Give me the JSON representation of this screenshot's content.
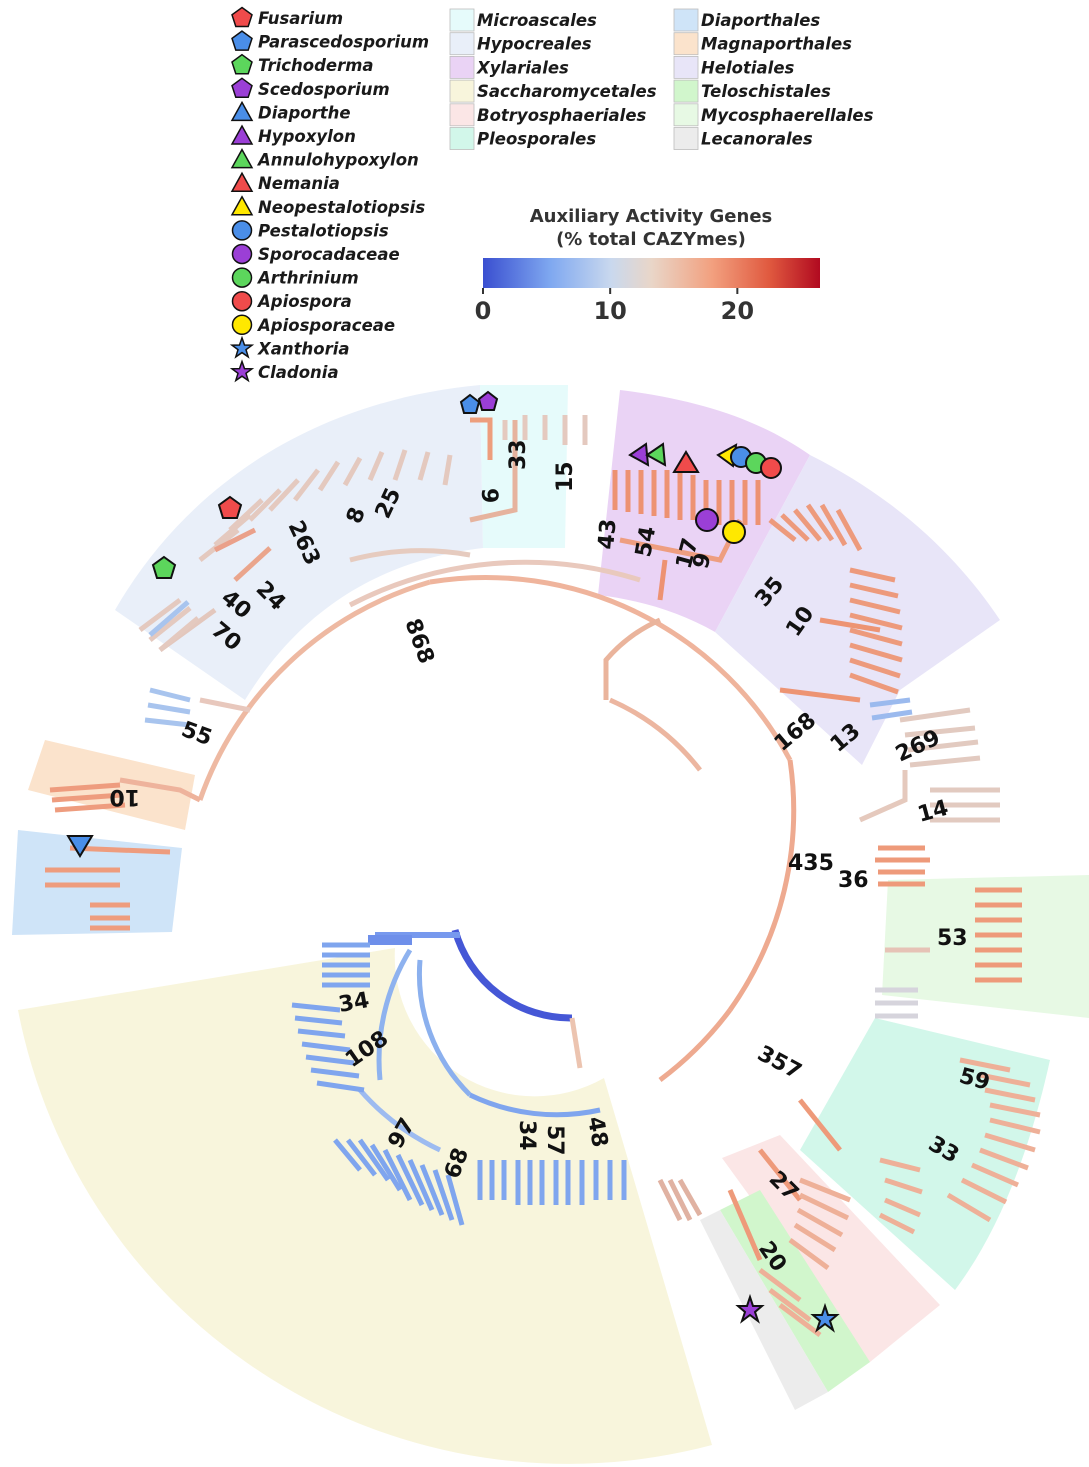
{
  "figure": {
    "genus_legend": [
      {
        "label": "Fusarium",
        "shape": "pentagon",
        "color": "#f04b4b"
      },
      {
        "label": "Parascedosporium",
        "shape": "pentagon",
        "color": "#4a8ee8"
      },
      {
        "label": "Trichoderma",
        "shape": "pentagon",
        "color": "#5cd65c"
      },
      {
        "label": "Scedosporium",
        "shape": "pentagon",
        "color": "#9b3fd6"
      },
      {
        "label": "Diaporthe",
        "shape": "triangle",
        "color": "#4a8ee8"
      },
      {
        "label": "Hypoxylon",
        "shape": "triangle",
        "color": "#9b3fd6"
      },
      {
        "label": "Annulohypoxylon",
        "shape": "triangle",
        "color": "#5cd65c"
      },
      {
        "label": "Nemania",
        "shape": "triangle",
        "color": "#f04b4b"
      },
      {
        "label": "Neopestalotiopsis",
        "shape": "triangle",
        "color": "#ffe800"
      },
      {
        "label": "Pestalotiopsis",
        "shape": "circle",
        "color": "#4a8ee8"
      },
      {
        "label": "Sporocadaceae",
        "shape": "circle",
        "color": "#9b3fd6"
      },
      {
        "label": "Arthrinium",
        "shape": "circle",
        "color": "#5cd65c"
      },
      {
        "label": "Apiospora",
        "shape": "circle",
        "color": "#f04b4b"
      },
      {
        "label": "Apiosporaceae",
        "shape": "circle",
        "color": "#ffe800"
      },
      {
        "label": "Xanthoria",
        "shape": "star",
        "color": "#4a8ee8"
      },
      {
        "label": "Cladonia",
        "shape": "star",
        "color": "#9b3fd6"
      }
    ],
    "order_legend": [
      {
        "label": "Microascales",
        "color": "#e6fbfb"
      },
      {
        "label": "Hypocreales",
        "color": "#e9eff9"
      },
      {
        "label": "Xylariales",
        "color": "#ead3f5"
      },
      {
        "label": "Saccharomycetales",
        "color": "#f8f5dc"
      },
      {
        "label": "Botryosphaeriales",
        "color": "#fbe6e6"
      },
      {
        "label": "Pleosporales",
        "color": "#d2f7ea"
      },
      {
        "label": "Diaporthales",
        "color": "#cfe4f8"
      },
      {
        "label": "Magnaporthales",
        "color": "#fbe3cc"
      },
      {
        "label": "Helotiales",
        "color": "#e8e5f8"
      },
      {
        "label": "Teloschistales",
        "color": "#d1f6cc"
      },
      {
        "label": "Mycosphaerellales",
        "color": "#e7f9e4"
      },
      {
        "label": "Lecanorales",
        "color": "#ececec"
      }
    ],
    "colorbar": {
      "title_line1": "Auxiliary Activity Genes",
      "title_line2": "(% total CAZYmes)",
      "ticks": [
        "0",
        "10",
        "20"
      ],
      "range": [
        0,
        26.5
      ],
      "colors": [
        "#3a4fd0",
        "#7fa8f0",
        "#c9d8ee",
        "#e9d6c8",
        "#f2a07f",
        "#e0593f",
        "#b10a20"
      ]
    },
    "node_labels": {
      "n868": "868",
      "n435": "435",
      "n357": "357",
      "n269": "269",
      "n168": "168",
      "n263": "263",
      "n108": "108",
      "n97": "97",
      "n70": "70",
      "n68": "68",
      "n59": "59",
      "n57": "57",
      "n55": "55",
      "n54": "54",
      "n53": "53",
      "n48": "48",
      "n43": "43",
      "n40": "40",
      "n36": "36",
      "n35": "35",
      "n34a": "34",
      "n34b": "34",
      "n33a": "33",
      "n33b": "33",
      "n27": "27",
      "n25": "25",
      "n24": "24",
      "n20": "20",
      "n17": "17",
      "n15": "15",
      "n14": "14",
      "n13": "13",
      "n10a": "10",
      "n10b": "10",
      "n9a": "9",
      "n9b": "9",
      "n8": "8"
    }
  }
}
